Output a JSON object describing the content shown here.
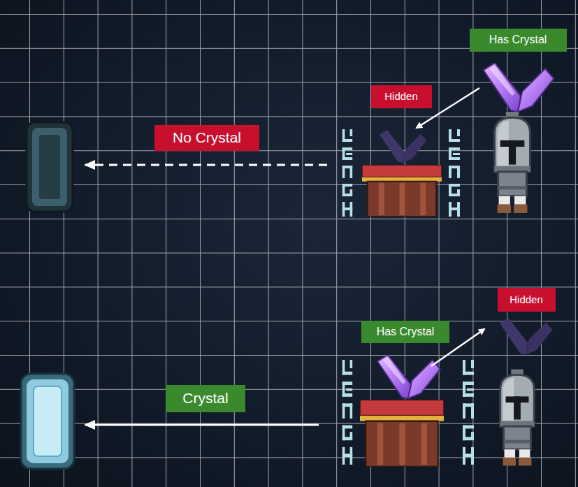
{
  "diagram": {
    "nodes": [
      {
        "text": [
          "Has Crystal"
        ]
      },
      {
        "text": [
          "Hidden"
        ]
      },
      {
        "text": [
          "No Crystal"
        ]
      },
      {
        "text": [
          "Hidden"
        ]
      },
      {
        "text": [
          "Has Crystal"
        ]
      },
      {
        "text": [
          "Crystal"
        ]
      }
    ]
  }
}
